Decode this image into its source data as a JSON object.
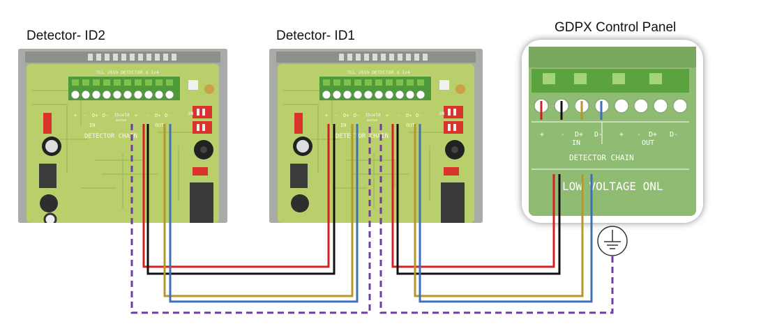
{
  "titles": {
    "detector_id2": "Detector- ID2",
    "detector_id1": "Detector- ID1",
    "control_panel": "GDPX Control Panel"
  },
  "detector_board": {
    "silkscreen": "TCL 2019 DETECTOR X 1v4",
    "terminal_labels": [
      "+",
      "-",
      "D+",
      "D-",
      "Shield",
      "+",
      "-",
      "D+",
      "D-"
    ],
    "shield_sub": "ea/ea",
    "in_label": "IN",
    "out_label": "OUT",
    "chain_label": "DETECTOR CHAIN",
    "dip_label": "ON"
  },
  "control_panel_board": {
    "terminal_labels": [
      "+",
      "-",
      "D+",
      "D-",
      "+",
      "-",
      "D+",
      "D-"
    ],
    "in_label": "IN",
    "out_label": "OUT",
    "chain_label": "DETECTOR CHAIN",
    "voltage_label": "LOW VOLTAGE ONL"
  },
  "wire_colors": {
    "power_plus": "#d42020",
    "power_minus": "#111111",
    "data_plus": "#b8962a",
    "data_minus": "#3f6fb5",
    "shield": "#6a3fa0"
  },
  "icons": {
    "ground": "earth-ground-icon"
  }
}
